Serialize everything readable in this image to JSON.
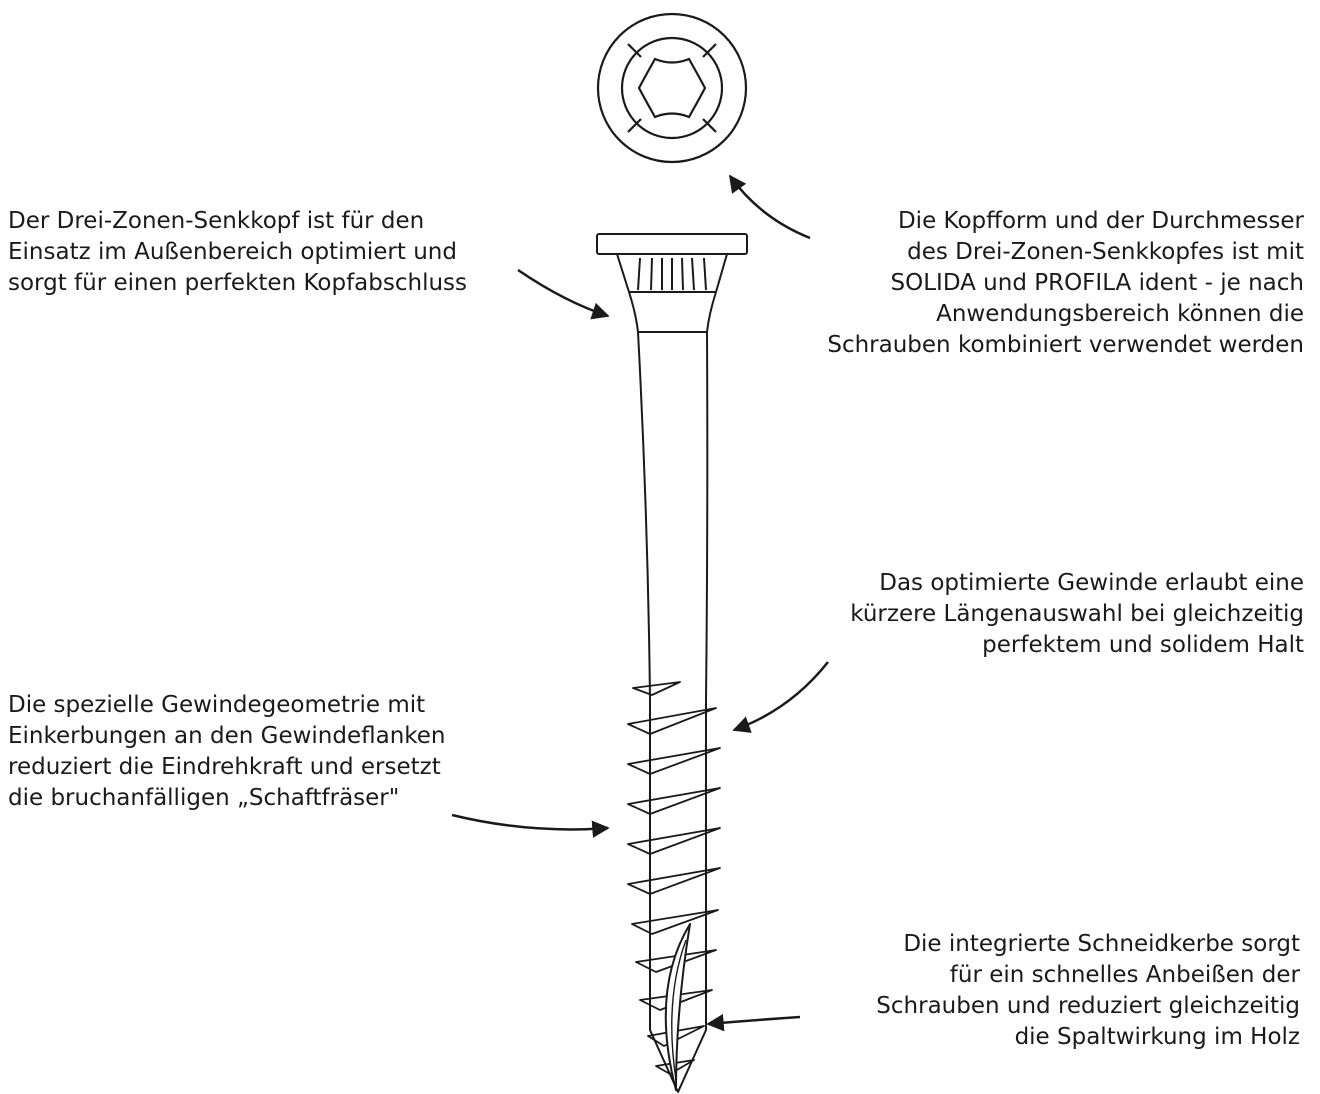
{
  "annotations": {
    "head": {
      "lines": [
        "Der Drei-Zonen-Senkkopf ist für den",
        "Einsatz im Außenbereich optimiert und",
        "sorgt für einen perfekten Kopfabschluss"
      ]
    },
    "head_form": {
      "lines": [
        "Die Kopfform und der Durchmesser",
        "des Drei-Zonen-Senkkopfes ist mit",
        "SOLIDA und PROFILA ident - je nach",
        "Anwendungsbereich können die",
        "Schrauben kombiniert verwendet werden"
      ]
    },
    "thread": {
      "lines": [
        "Das optimierte Gewinde erlaubt eine",
        "kürzere Längenauswahl bei gleichzeitig",
        "perfektem und solidem Halt"
      ]
    },
    "thread_geometry": {
      "lines": [
        "Die spezielle Gewindegeometrie mit",
        "Einkerbungen an den Gewindeflanken",
        "reduziert die Eindrehkraft und ersetzt",
        "die bruchanfälligen „Schaftfräser\""
      ]
    },
    "cutting_notch": {
      "lines": [
        "Die integrierte Schneidkerbe sorgt",
        "für ein schnelles Anbeißen der",
        "Schrauben und reduziert gleichzeitig",
        "die Spaltwirkung im Holz"
      ]
    }
  },
  "colors": {
    "ink": "#1a1a1a",
    "background": "#ffffff"
  }
}
